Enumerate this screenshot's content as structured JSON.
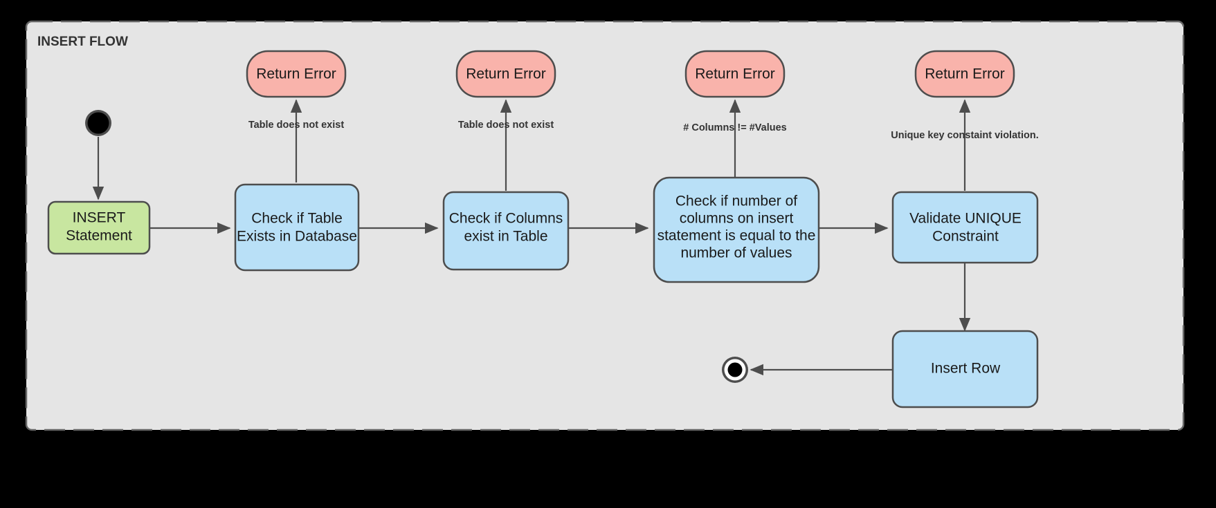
{
  "frame": {
    "title": "INSERT FLOW",
    "background": "#e5e5e5",
    "border_color": "#666666",
    "outer_background": "#000000"
  },
  "colors": {
    "process_fill": "#b9e0f7",
    "process_stroke": "#4d4d4d",
    "start_fill": "#c8e6a0",
    "start_stroke": "#4d4d4d",
    "error_fill": "#f9b3ab",
    "error_stroke": "#4d4d4d",
    "node_text": "#1a1a1a",
    "edge_color": "#4d4d4d",
    "label_text": "#333333",
    "terminal_fill": "#000000",
    "terminal_ring": "#4d4d4d"
  },
  "nodes": {
    "start_marker": {
      "name": "initial-state",
      "shape": "filled-circle"
    },
    "insert_statement": {
      "line1": "INSERT",
      "line2": "Statement",
      "type": "start-node"
    },
    "check_table_exists": {
      "line1": "Check if Table",
      "line2": "Exists in Database",
      "type": "process"
    },
    "check_columns_exist": {
      "line1": "Check if Columns",
      "line2": "exist in Table",
      "type": "process"
    },
    "check_column_count": {
      "line1": "Check if number of",
      "line2": "columns on insert",
      "line3": "statement is equal to the",
      "line4": "number of values",
      "type": "process"
    },
    "validate_unique": {
      "line1": "Validate UNIQUE",
      "line2": "Constraint",
      "type": "process"
    },
    "insert_row": {
      "line1": "Insert Row",
      "type": "process"
    },
    "error_1": {
      "label": "Return Error",
      "type": "error"
    },
    "error_2": {
      "label": "Return Error",
      "type": "error"
    },
    "error_3": {
      "label": "Return Error",
      "type": "error"
    },
    "error_4": {
      "label": "Return Error",
      "type": "error"
    },
    "end_marker": {
      "name": "final-state",
      "shape": "bullseye-circle"
    }
  },
  "edge_labels": {
    "e1": "Table does not exist",
    "e2": "Table does not exist",
    "e3": "# Columns != #Values",
    "e4": "Unique key constaint violation."
  },
  "flow_sequence": [
    "INSERT Statement",
    "Check if Table Exists in Database",
    "Check if Columns exist in Table",
    "Check if number of columns on insert statement is equal to the number of values",
    "Validate UNIQUE Constraint",
    "Insert Row"
  ]
}
